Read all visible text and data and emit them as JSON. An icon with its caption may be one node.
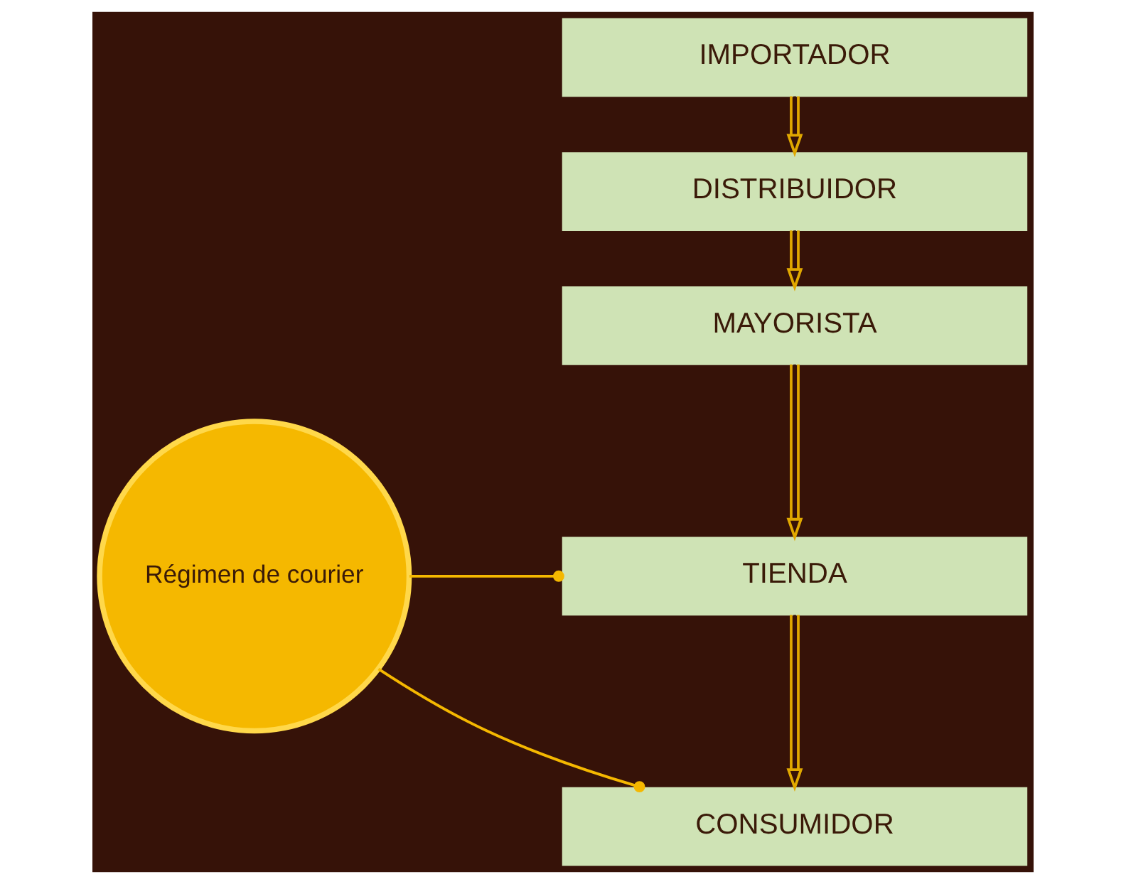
{
  "diagram": {
    "nodes": [
      {
        "text": [
          "IMPORTADOR"
        ]
      },
      {
        "text": [
          "DISTRIBUIDOR"
        ]
      },
      {
        "text": [
          "MAYORISTA"
        ]
      },
      {
        "text": [
          "TIENDA"
        ]
      },
      {
        "text": [
          "Régimen de courier"
        ]
      },
      {
        "text": [
          "CONSUMIDOR"
        ]
      }
    ],
    "edges": [
      {
        "from": 0,
        "to": 1,
        "arrow": "to"
      },
      {
        "from": 1,
        "to": 2,
        "arrow": "to"
      },
      {
        "from": 2,
        "to": 3,
        "arrow": "to"
      },
      {
        "from": 3,
        "to": 5,
        "arrow": "to"
      },
      {
        "from": 4,
        "to": 3,
        "arrow": "other",
        "color": "#f5b800"
      },
      {
        "from": 4,
        "to": 5,
        "arrow": "other",
        "color": "#f5b800"
      }
    ]
  }
}
